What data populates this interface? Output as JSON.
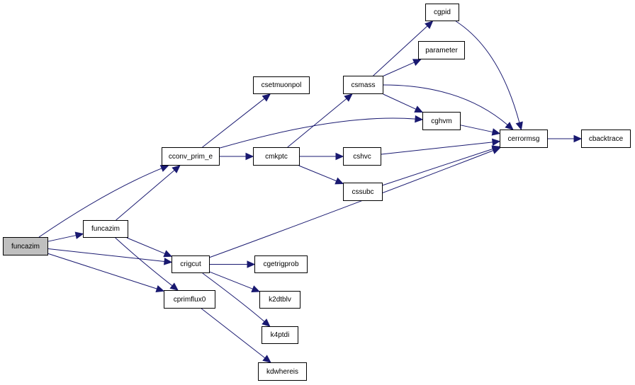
{
  "colors": {
    "edge": "#191970",
    "root_fill": "#bfbfbf",
    "node_fill": "#ffffff",
    "border": "#000000"
  },
  "nodes": {
    "funcazim_root": "funcazim",
    "funcazim": "funcazim",
    "cconv_prim_e": "cconv_prim_e",
    "csetmuonpol": "csetmuonpol",
    "cmkptc": "cmkptc",
    "csmass": "csmass",
    "cgpid": "cgpid",
    "parameter": "parameter",
    "cghvm": "cghvm",
    "cshvc": "cshvc",
    "cssubc": "cssubc",
    "cerrormsg": "cerrormsg",
    "cbacktrace": "cbacktrace",
    "crigcut": "crigcut",
    "cgetrigprob": "cgetrigprob",
    "k2dtblv": "k2dtblv",
    "k4ptdi": "k4ptdi",
    "cprimflux0": "cprimflux0",
    "kdwhereis": "kdwhereis"
  },
  "edges": [
    [
      "funcazim_root",
      "cconv_prim_e"
    ],
    [
      "funcazim_root",
      "funcazim"
    ],
    [
      "funcazim_root",
      "crigcut"
    ],
    [
      "funcazim_root",
      "cprimflux0"
    ],
    [
      "funcazim",
      "cconv_prim_e"
    ],
    [
      "funcazim",
      "crigcut"
    ],
    [
      "funcazim",
      "cprimflux0"
    ],
    [
      "cconv_prim_e",
      "csetmuonpol"
    ],
    [
      "cconv_prim_e",
      "cmkptc"
    ],
    [
      "cconv_prim_e",
      "cghvm"
    ],
    [
      "cmkptc",
      "csmass"
    ],
    [
      "cmkptc",
      "cshvc"
    ],
    [
      "cmkptc",
      "cssubc"
    ],
    [
      "csmass",
      "cgpid"
    ],
    [
      "csmass",
      "parameter"
    ],
    [
      "csmass",
      "cghvm"
    ],
    [
      "csmass",
      "cerrormsg"
    ],
    [
      "cgpid",
      "cerrormsg"
    ],
    [
      "cghvm",
      "cerrormsg"
    ],
    [
      "cshvc",
      "cerrormsg"
    ],
    [
      "cssubc",
      "cerrormsg"
    ],
    [
      "cerrormsg",
      "cbacktrace"
    ],
    [
      "crigcut",
      "cerrormsg"
    ],
    [
      "crigcut",
      "cgetrigprob"
    ],
    [
      "crigcut",
      "k2dtblv"
    ],
    [
      "crigcut",
      "k4ptdi"
    ],
    [
      "cprimflux0",
      "kdwhereis"
    ]
  ]
}
